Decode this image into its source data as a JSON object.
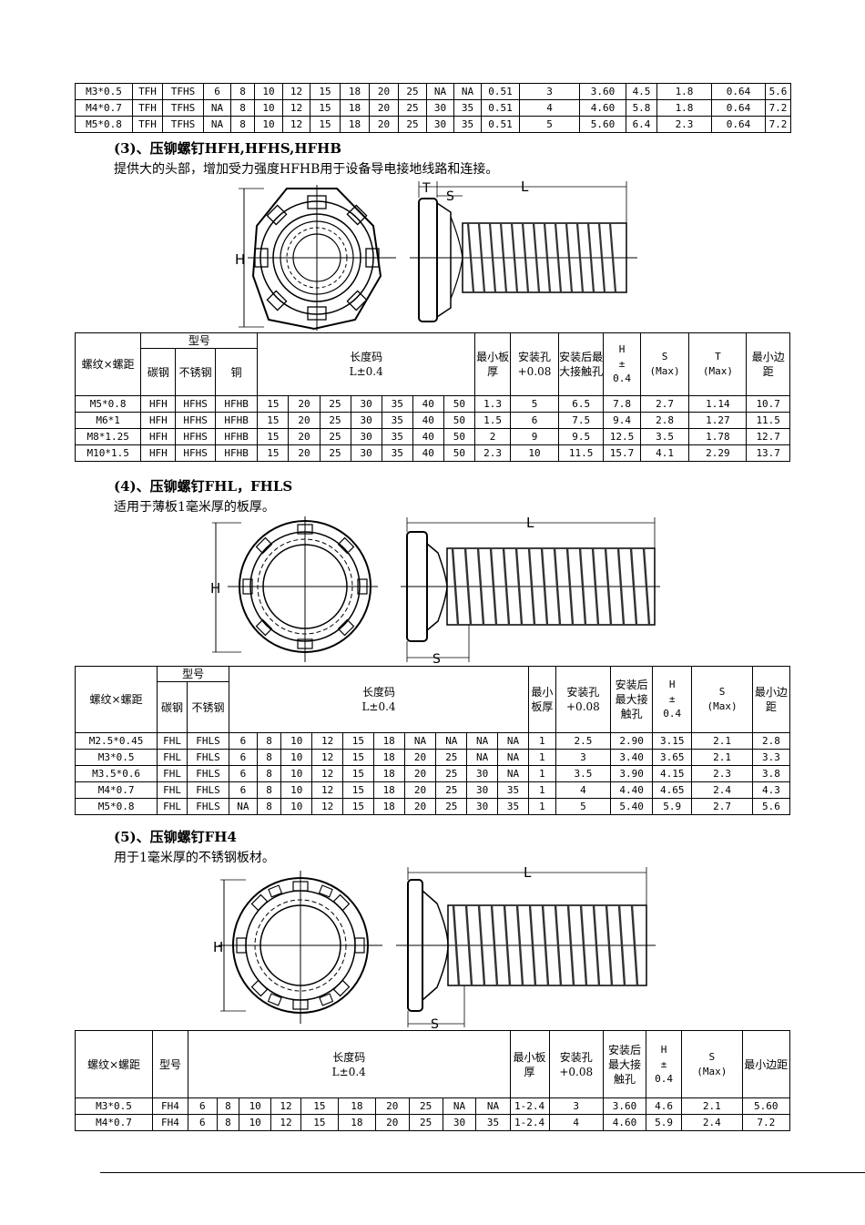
{
  "table1": {
    "rows": [
      [
        "M3*0.5",
        "TFH",
        "TFHS",
        "6",
        "8",
        "10",
        "12",
        "15",
        "18",
        "20",
        "25",
        "NA",
        "NA",
        "0.51",
        "3",
        "3.60",
        "4.5",
        "1.8",
        "0.64",
        "5.6"
      ],
      [
        "M4*0.7",
        "TFH",
        "TFHS",
        "NA",
        "8",
        "10",
        "12",
        "15",
        "18",
        "20",
        "25",
        "30",
        "35",
        "0.51",
        "4",
        "4.60",
        "5.8",
        "1.8",
        "0.64",
        "7.2"
      ],
      [
        "M5*0.8",
        "TFH",
        "TFHS",
        "NA",
        "8",
        "10",
        "12",
        "15",
        "18",
        "20",
        "25",
        "30",
        "35",
        "0.51",
        "5",
        "5.60",
        "6.4",
        "2.3",
        "0.64",
        "7.2"
      ]
    ]
  },
  "section3": {
    "title": "(3)、压铆螺钉HFH,HFHS,HFHB",
    "desc": "提供大的头部，增加受力强度HFHB用于设备导电接地线路和连接。",
    "fig_labels": {
      "h": "H",
      "t": "T",
      "s": "S",
      "l": "L"
    },
    "headers": {
      "thread": "螺纹×螺距",
      "model": "型号",
      "carbon": "碳钢",
      "stainless": "不锈钢",
      "copper": "铜",
      "length": "长度码",
      "length_tol": "L±0.4",
      "min_plate": "最小板厚",
      "hole": "安装孔",
      "hole_tol": "+0.08",
      "max_hole": "安装后最大接触孔",
      "h": "H",
      "h_tol": "±",
      "h_tol2": "0.4",
      "s": "S",
      "s_max": "(Max)",
      "t": "T",
      "t_max": "(Max)",
      "min_edge": "最小边距"
    },
    "rows": [
      [
        "M5*0.8",
        "HFH",
        "HFHS",
        "HFHB",
        "15",
        "20",
        "25",
        "30",
        "35",
        "40",
        "50",
        "1.3",
        "5",
        "6.5",
        "7.8",
        "2.7",
        "1.14",
        "10.7"
      ],
      [
        "M6*1",
        "HFH",
        "HFHS",
        "HFHB",
        "15",
        "20",
        "25",
        "30",
        "35",
        "40",
        "50",
        "1.5",
        "6",
        "7.5",
        "9.4",
        "2.8",
        "1.27",
        "11.5"
      ],
      [
        "M8*1.25",
        "HFH",
        "HFHS",
        "HFHB",
        "15",
        "20",
        "25",
        "30",
        "35",
        "40",
        "50",
        "2",
        "9",
        "9.5",
        "12.5",
        "3.5",
        "1.78",
        "12.7"
      ],
      [
        "M10*1.5",
        "HFH",
        "HFHS",
        "HFHB",
        "15",
        "20",
        "25",
        "30",
        "35",
        "40",
        "50",
        "2.3",
        "10",
        "11.5",
        "15.7",
        "4.1",
        "2.29",
        "13.7"
      ]
    ]
  },
  "section4": {
    "title": "(4)、压铆螺钉FHL，FHLS",
    "desc": "适用于薄板1毫米厚的板厚。",
    "fig_labels": {
      "h": "H",
      "s": "S",
      "l": "L"
    },
    "headers": {
      "thread": "螺纹×螺距",
      "model": "型号",
      "carbon": "碳钢",
      "stainless": "不锈钢",
      "length": "长度码",
      "length_tol": "L±0.4",
      "min_plate": "最小板厚",
      "hole": "安装孔",
      "hole_tol": "+0.08",
      "max_hole": "安装后最大接触孔",
      "h": "H",
      "h_tol": "±",
      "h_tol2": "0.4",
      "s": "S",
      "s_max": "(Max)",
      "min_edge": "最小边距"
    },
    "rows": [
      [
        "M2.5*0.45",
        "FHL",
        "FHLS",
        "6",
        "8",
        "10",
        "12",
        "15",
        "18",
        "NA",
        "NA",
        "NA",
        "NA",
        "1",
        "2.5",
        "2.90",
        "3.15",
        "2.1",
        "2.8"
      ],
      [
        "M3*0.5",
        "FHL",
        "FHLS",
        "6",
        "8",
        "10",
        "12",
        "15",
        "18",
        "20",
        "25",
        "NA",
        "NA",
        "1",
        "3",
        "3.40",
        "3.65",
        "2.1",
        "3.3"
      ],
      [
        "M3.5*0.6",
        "FHL",
        "FHLS",
        "6",
        "8",
        "10",
        "12",
        "15",
        "18",
        "20",
        "25",
        "30",
        "NA",
        "1",
        "3.5",
        "3.90",
        "4.15",
        "2.3",
        "3.8"
      ],
      [
        "M4*0.7",
        "FHL",
        "FHLS",
        "6",
        "8",
        "10",
        "12",
        "15",
        "18",
        "20",
        "25",
        "30",
        "35",
        "1",
        "4",
        "4.40",
        "4.65",
        "2.4",
        "4.3"
      ],
      [
        "M5*0.8",
        "FHL",
        "FHLS",
        "NA",
        "8",
        "10",
        "12",
        "15",
        "18",
        "20",
        "25",
        "30",
        "35",
        "1",
        "5",
        "5.40",
        "5.9",
        "2.7",
        "5.6"
      ]
    ]
  },
  "section5": {
    "title": "(5)、压铆螺钉FH4",
    "desc": "用于1毫米厚的不锈钢板材。",
    "fig_labels": {
      "h": "H",
      "s": "S",
      "l": "L"
    },
    "headers": {
      "thread": "螺纹×螺距",
      "model": "型号",
      "length": "长度码",
      "length_tol": "L±0.4",
      "min_plate": "最小板厚",
      "hole": "安装孔",
      "hole_tol": "+0.08",
      "max_hole": "安装后最大接触孔",
      "h": "H",
      "h_tol": "±",
      "h_tol2": "0.4",
      "s": "S",
      "s_max": "(Max)",
      "min_edge": "最小边距"
    },
    "rows": [
      [
        "M3*0.5",
        "FH4",
        "6",
        "8",
        "10",
        "12",
        "15",
        "18",
        "20",
        "25",
        "NA",
        "NA",
        "1-2.4",
        "3",
        "3.60",
        "4.6",
        "2.1",
        "5.60"
      ],
      [
        "M4*0.7",
        "FH4",
        "6",
        "8",
        "10",
        "12",
        "15",
        "18",
        "20",
        "25",
        "30",
        "35",
        "1-2.4",
        "4",
        "4.60",
        "5.9",
        "2.4",
        "7.2"
      ]
    ]
  }
}
